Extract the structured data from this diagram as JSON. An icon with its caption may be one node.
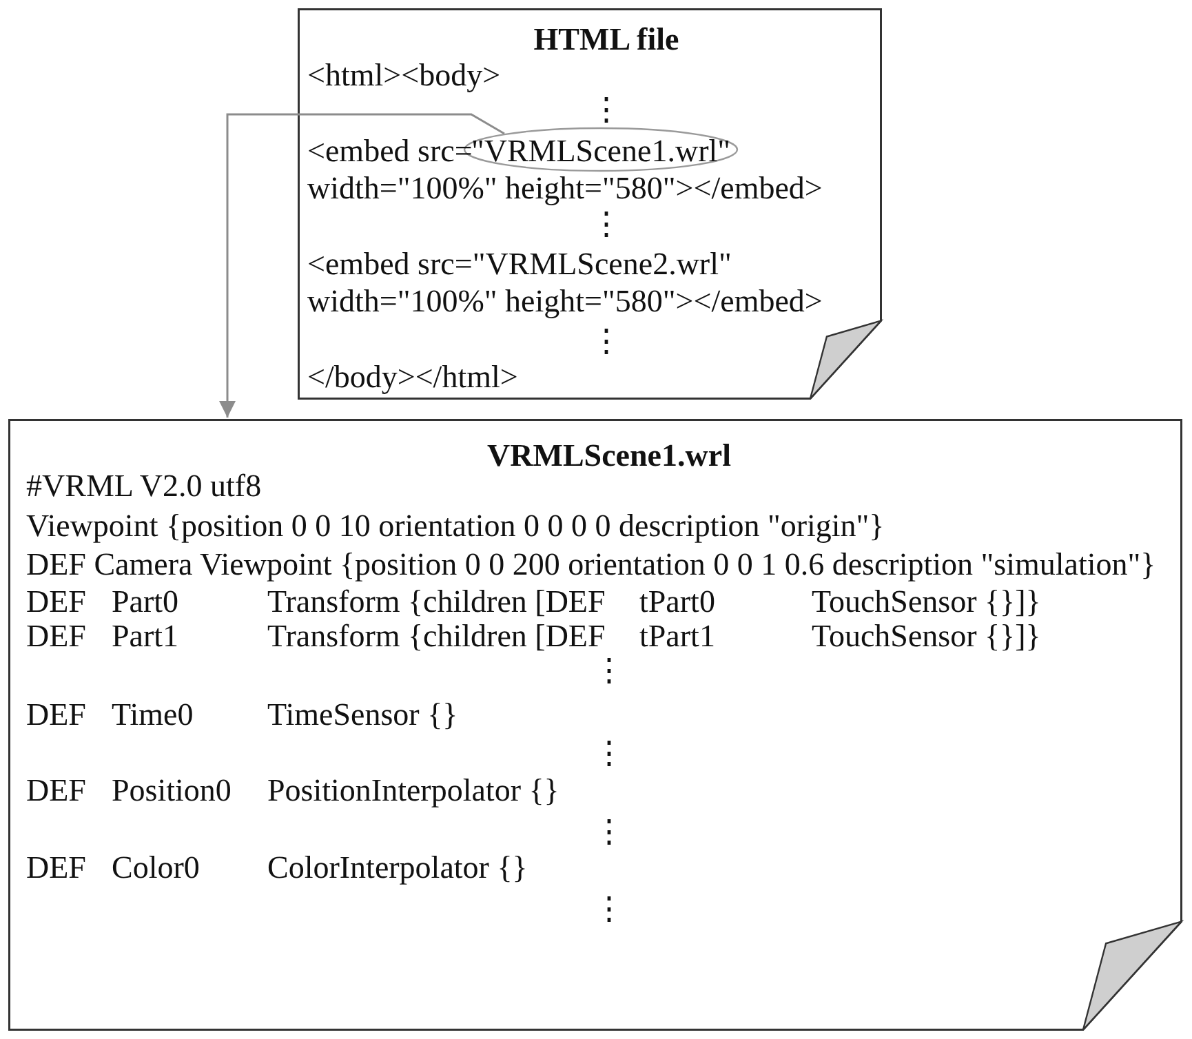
{
  "diagram": {
    "nodes": [
      {
        "text": [
          "HTML file",
          "<html><body>",
          "⋮",
          "<embed src=",
          "width=\"100%\" height=\"580\"></embed>",
          "⋮",
          "<embed src=\"VRMLScene2.wrl\"",
          "width=\"100%\" height=\"580\"></embed>",
          "⋮",
          "</body></html>"
        ]
      },
      {
        "text": [
          "\"VRMLScene1.wrl\""
        ],
        "in": 0
      },
      {
        "text": [
          "VRMLScene1.wrl",
          "#VRML V2.0 utf8",
          "Viewpoint {position 0 0 10 orientation 0 0 0 0 description \"origin\"}",
          "DEF Camera Viewpoint {position 0 0 200 orientation 0 0 1 0.6 description \"simulation\"}",
          "DEF",
          "Part0",
          "Transform {children [DEF",
          "tPart0",
          "TouchSensor {}]}",
          "DEF",
          "Part1",
          "Transform {children [DEF",
          "tPart1",
          "TouchSensor {}]}",
          "⋮",
          "DEF",
          "Time0",
          "TimeSensor {}",
          "⋮",
          "DEF",
          "Position0",
          "PositionInterpolator {}",
          "⋮",
          "DEF",
          "Color0",
          "ColorInterpolator {}",
          "⋮"
        ]
      }
    ],
    "edges": [
      {
        "from": 1,
        "to": 2,
        "arrow": "to"
      }
    ]
  }
}
